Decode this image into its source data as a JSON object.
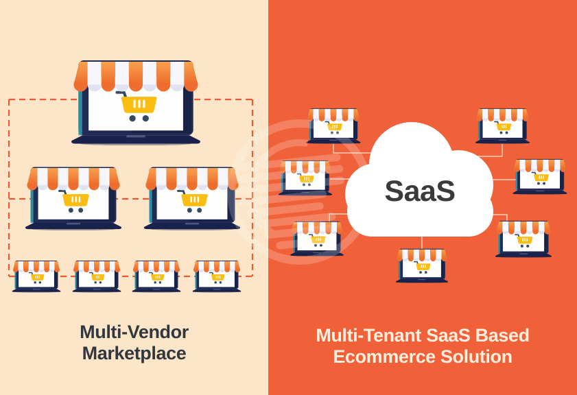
{
  "left_panel": {
    "background_color": "#fce5c8",
    "title_line1": "Multi-Vendor",
    "title_line2": "Marketplace",
    "title_color": "#32363d",
    "dashed_connector_color": "#ec5a2d",
    "storefront_counts": {
      "large": 1,
      "medium": 2,
      "small": 4
    }
  },
  "right_panel": {
    "background_color": "#f0613a",
    "title_line1": "Multi-Tenant SaaS Based",
    "title_line2": "Ecommerce Solution",
    "title_color": "#faeddc",
    "cloud_label": "SaaS",
    "cloud_color": "#ffffff",
    "cloud_label_color": "#3b3b3b",
    "tenant_storefront_count": 7,
    "connector_color": "#fbe3cf"
  },
  "illustration_palette": {
    "awning_orange": "#ed6b2b",
    "awning_stripe_white": "#f7f6fa",
    "laptop_navy": "#202c56",
    "laptop_screen_white": "#fefefe",
    "laptop_edge_teal": "#2f98a8",
    "cart_yellow": "#fcbd12",
    "cart_dark": "#344a60"
  },
  "icons": [
    "storefront-laptop-icon",
    "shopping-cart-icon",
    "saas-cloud-icon",
    "circular-logo-watermark-icon"
  ]
}
